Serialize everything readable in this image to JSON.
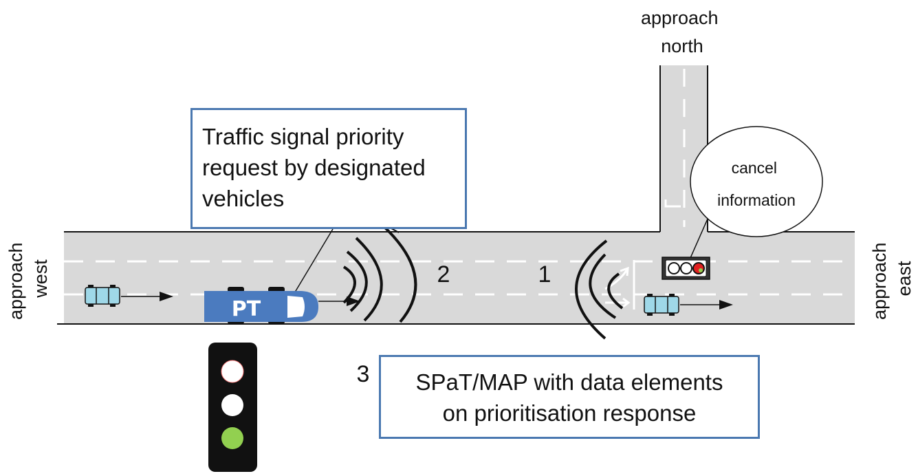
{
  "labels": {
    "approach_north": [
      "approach",
      "north"
    ],
    "approach_west": [
      "approach",
      "west"
    ],
    "approach_east": [
      "approach",
      "east"
    ],
    "cancel_information": [
      "cancel",
      "information"
    ],
    "step_1": "1",
    "step_2": "2",
    "step_3": "3",
    "pt_vehicle": "PT"
  },
  "boxes": {
    "priority_request": [
      "Traffic signal priority",
      "request by designated",
      "vehicles"
    ],
    "spat_map": [
      "SPaT/MAP with data elements",
      "on prioritisation response"
    ]
  },
  "colors": {
    "road": "#d9d9d9",
    "box_border": "#4a78b0",
    "pt_vehicle": "#4b7bbf",
    "car": "#9fd8e8",
    "signal_green": "#92d050",
    "signal_red": "#e02020"
  }
}
